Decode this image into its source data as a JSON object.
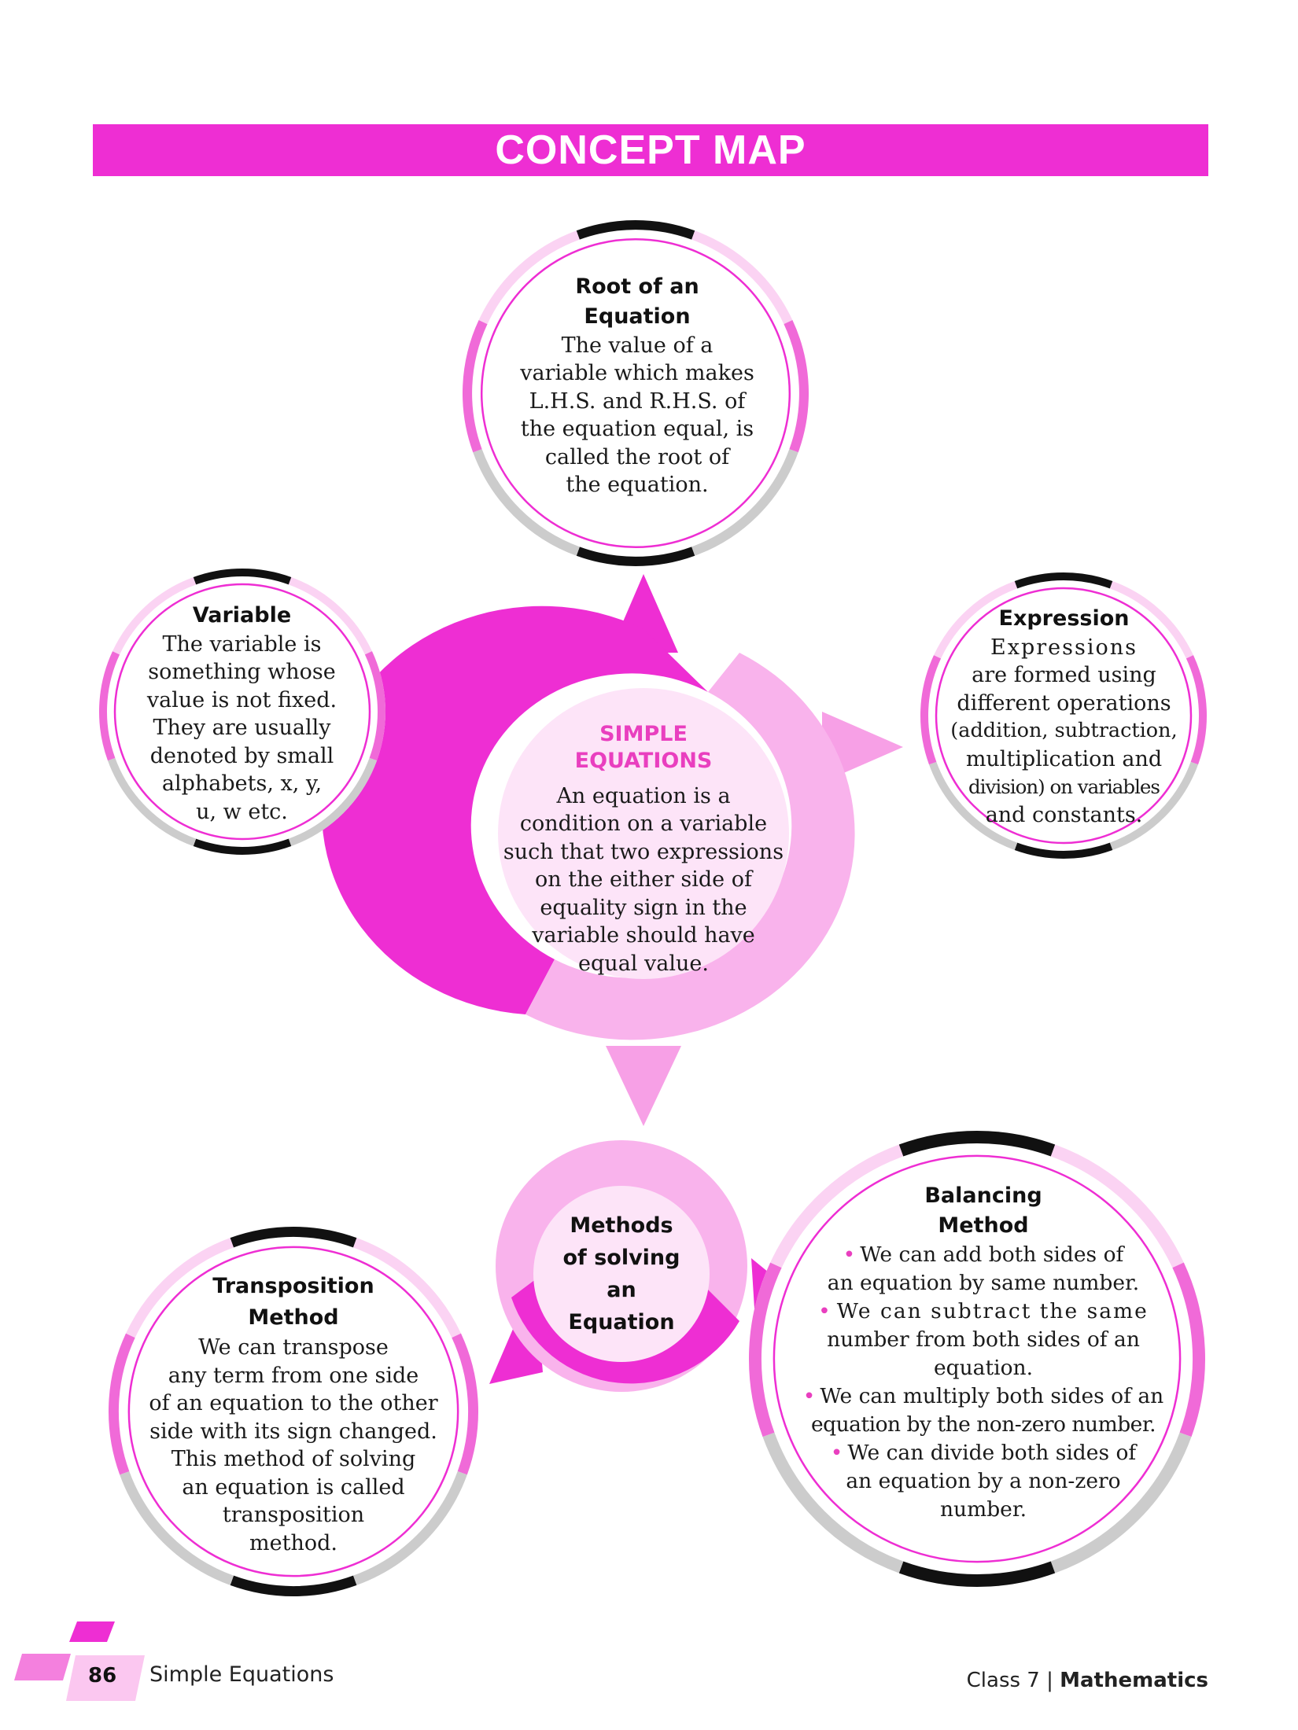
{
  "banner": {
    "title": "CONCEPT MAP"
  },
  "center": {
    "title_line1": "SIMPLE",
    "title_line2": "EQUATIONS",
    "body": [
      "An equation is a",
      "condition on a variable",
      "such that two expressions",
      "on the either side of",
      "equality sign in the",
      "variable should have",
      "equal value."
    ]
  },
  "root": {
    "title": [
      "Root of an",
      "Equation"
    ],
    "body": [
      "The value of a",
      "variable which makes",
      "L.H.S. and R.H.S. of",
      "the equation equal, is",
      "called the root of",
      "the equation."
    ]
  },
  "variable": {
    "title": "Variable",
    "body": [
      "The variable is",
      "something whose",
      "value is not fixed.",
      "They are usually",
      "denoted by small",
      "alphabets, x, y,",
      "u, w etc."
    ]
  },
  "expression": {
    "title": "Expression",
    "body": [
      "Expressions",
      "are formed using",
      "different operations",
      "(addition, subtraction,",
      "multiplication and",
      "division) on variables",
      "and constants."
    ]
  },
  "methods": {
    "title": [
      "Methods",
      "of solving",
      "an",
      "Equation"
    ]
  },
  "transposition": {
    "title": [
      "Transposition",
      "Method"
    ],
    "body": [
      "We can transpose",
      "any term from one side",
      "of an equation to the other",
      "side with its sign changed.",
      "This method of solving",
      "an equation is called",
      "transposition",
      "method."
    ]
  },
  "balancing": {
    "title": [
      "Balancing",
      "Method"
    ],
    "items": [
      [
        "We can add both sides of",
        "an equation by same number."
      ],
      [
        "We can subtract the same",
        "number from both sides of an",
        "equation."
      ],
      [
        "We can multiply both sides of an",
        "equation by the non-zero number."
      ],
      [
        "We can divide both sides of",
        "an equation by a non-zero",
        "number."
      ]
    ]
  },
  "footer": {
    "page_number": "86",
    "chapter": "Simple Equations",
    "class_label": "Class 7 | ",
    "subject": "Mathematics"
  },
  "colors": {
    "magenta": "#ee2ed3",
    "pink_light": "#fbd3f3",
    "pink_mid": "#f7a0e6",
    "pink_strong": "#f06ad8",
    "ring_gray": "#cccccc",
    "ring_black": "#111111"
  }
}
